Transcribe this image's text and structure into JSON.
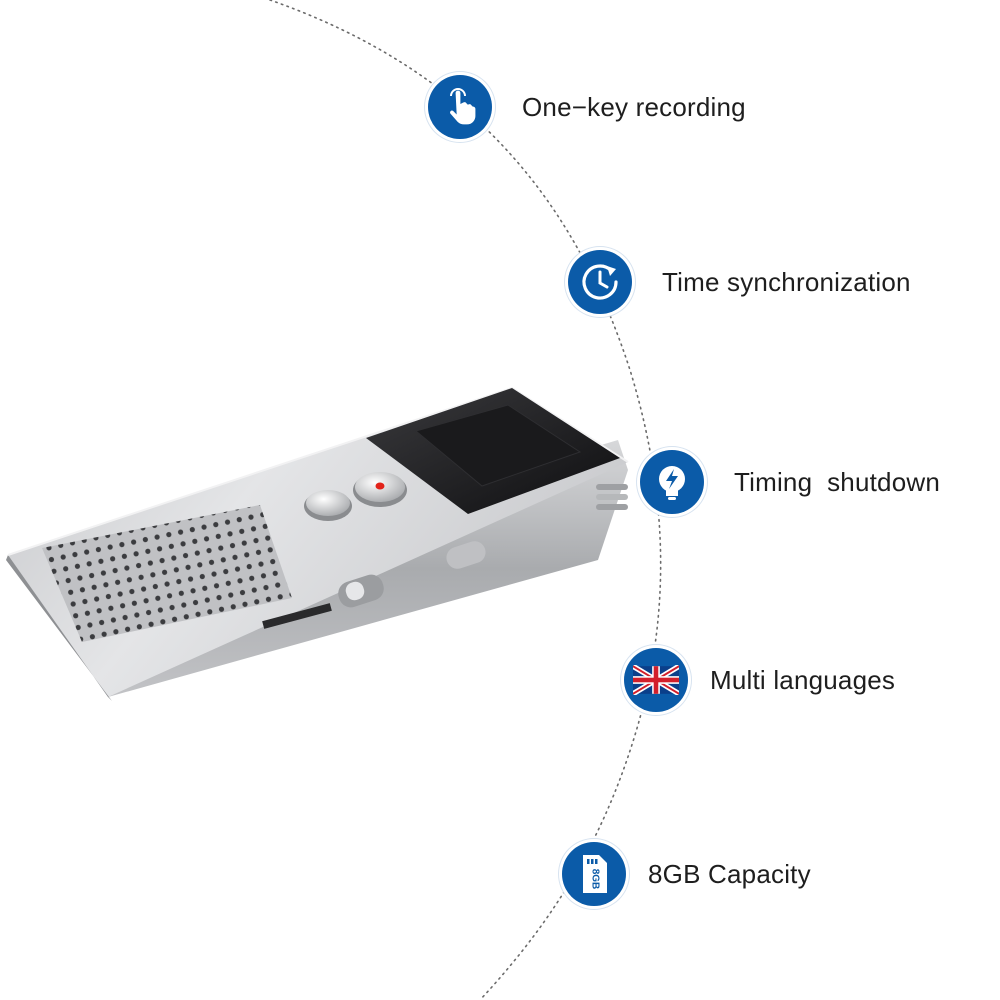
{
  "features": [
    {
      "label": "One−key recording",
      "icon": "hand-pointer-icon"
    },
    {
      "label": "Time synchronization",
      "icon": "clock-sync-icon"
    },
    {
      "label": "Timing  shutdown",
      "icon": "lightbulb-bolt-icon"
    },
    {
      "label": "Multi languages",
      "icon": "uk-flag-icon"
    },
    {
      "label": "8GB Capacity",
      "icon": "memory-card-8gb-icon"
    }
  ],
  "icon_texts": {
    "memory_card": "8GB"
  },
  "colors": {
    "badge_blue": "#0b5ba8",
    "arc": "#6b6b6b",
    "record_dot": "#e2231a"
  }
}
